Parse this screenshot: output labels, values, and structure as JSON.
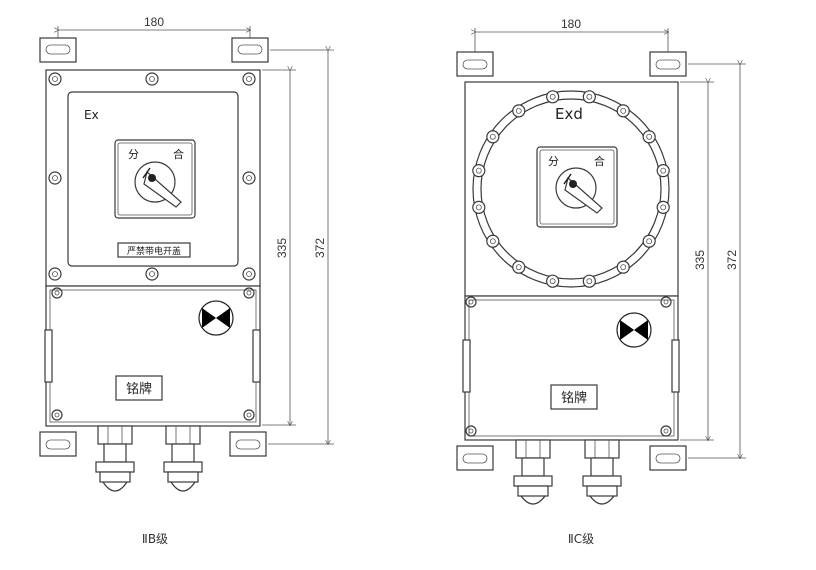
{
  "left_enclosure": {
    "ex_mark": "Ex",
    "switch_off": "分",
    "switch_on": "合",
    "warning_plate": "严禁带电开盖",
    "nameplate": "铭牌",
    "dim_width": "180",
    "dim_inner_height": "335",
    "dim_outer_height": "372",
    "caption": "ⅡB级"
  },
  "right_enclosure": {
    "ex_mark": "Exd",
    "switch_off": "分",
    "switch_on": "合",
    "nameplate": "铭牌",
    "dim_width": "180",
    "dim_inner_height": "335",
    "dim_outer_height": "372",
    "caption": "ⅡC级"
  },
  "colors": {
    "line": "#3a3a3a",
    "indicator": "#000000"
  }
}
